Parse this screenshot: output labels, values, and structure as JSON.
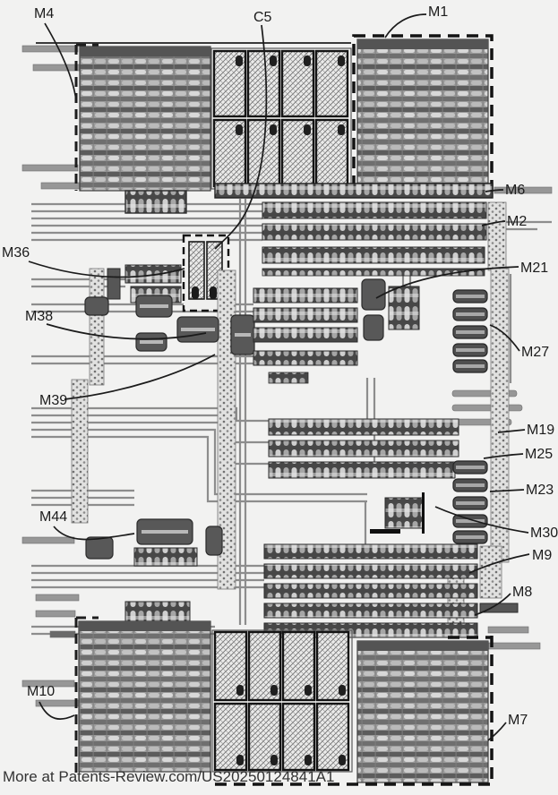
{
  "figure": {
    "kind": "patent-ic-layout-figure",
    "labels": {
      "m4": "M4",
      "c5": "C5",
      "m1": "M1",
      "m6": "M6",
      "m2": "M2",
      "m36": "M36",
      "m21": "M21",
      "m38": "M38",
      "m27": "M27",
      "m39": "M39",
      "m19": "M19",
      "m25": "M25",
      "m23": "M23",
      "m44": "M44",
      "m30": "M30",
      "m9": "M9",
      "m8": "M8",
      "m10": "M10",
      "m7": "M7"
    },
    "footer": "More at Patents-Review.com/US20250124841A1",
    "colors": {
      "background": "#f2f2f1",
      "ink": "#1c1c1c",
      "metal_dark": "#4f4f4f",
      "metal_mid": "#8d8d8d",
      "metal_light": "#d6d6d6"
    }
  }
}
